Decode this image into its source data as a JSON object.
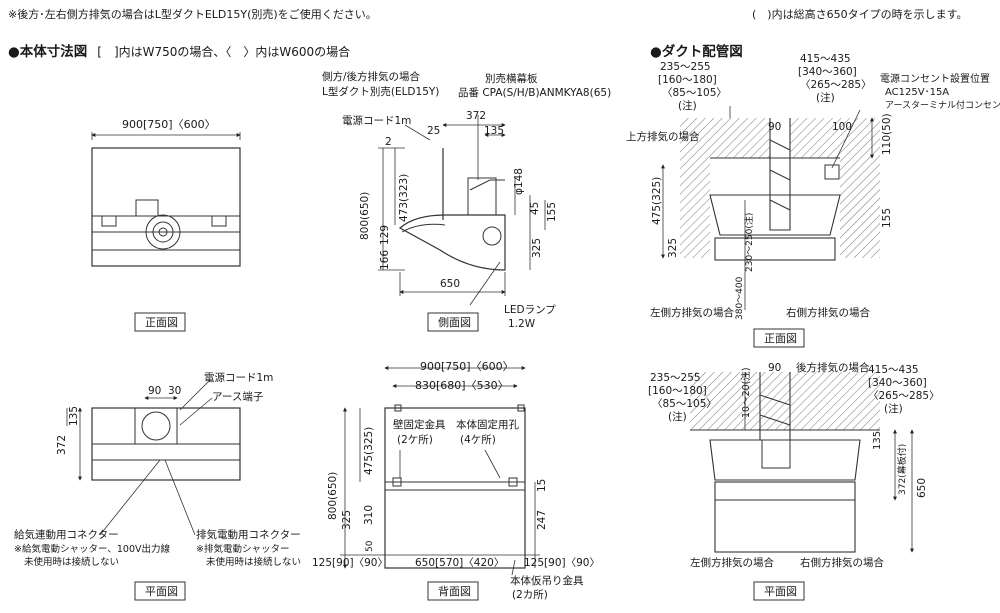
{
  "header": {
    "note_left": "※後方･左右側方排気の場合はL型ダクトELD15Y(別売)をご使用ください。",
    "note_right": "(　)内は総高さ650タイプの時を示します。"
  },
  "sections": {
    "dims_title": "●本体寸法図",
    "dims_sub": "[　]内はW750の場合、〈　〉内はW600の場合",
    "duct_title": "●ダクト配管図"
  },
  "front": {
    "width": "900[750]〈600〉",
    "caption": "正面図"
  },
  "side": {
    "caption": "側面図",
    "l_duct_1": "側方/後方排気の場合",
    "l_duct_2": "L型ダクト別売(ELD15Y)",
    "panel_1": "別売横幕板",
    "panel_2": "品番 CPA(S/H/B)ANMKYA8(65)",
    "cord": "電源コード1m",
    "d372": "372",
    "d25": "25",
    "d135": "135",
    "d2": "2",
    "d148": "φ148",
    "d473": "473(323)",
    "d800": "800(650)",
    "d45": "45",
    "d155": "155",
    "d129": "129",
    "d166": "166",
    "d325": "325",
    "d650": "650",
    "led_1": "LEDランプ",
    "led_2": "1.2W"
  },
  "plan": {
    "caption": "平面図",
    "cord": "電源コード1m",
    "earth": "アース端子",
    "d90": "90",
    "d30": "30",
    "d135": "135",
    "d372": "372",
    "air1": "給気連動用コネクター",
    "air2": "※給気電動シャッター、100V出力線",
    "air3": "未使用時は接続しない",
    "exh1": "排気電動用コネクター",
    "exh2": "※排気電動シャッター",
    "exh3": "未使用時は接続しない"
  },
  "back": {
    "caption": "背面図",
    "w900": "900[750]〈600〉",
    "w830": "830[680]〈530〉",
    "wall1": "壁固定金具",
    "wall2": "(2ケ所)",
    "hole1": "本体固定用孔",
    "hole2": "(4ケ所)",
    "d475": "475(325)",
    "d800": "800(650)",
    "d325": "325",
    "d310": "310",
    "d50": "50",
    "d15": "15",
    "d247": "247",
    "d125l": "125[90]〈90〉",
    "d650": "650[570]〈420〉",
    "d125r": "125[90]〈90〉",
    "temp1": "本体仮吊り金具",
    "temp2": "(2カ所)"
  },
  "duct_front": {
    "caption": "正面図",
    "l1": "235〜255",
    "l2": "[160〜180]",
    "l3": "〈85〜105〉",
    "l4": "(注)",
    "r1": "415〜435",
    "r2": "[340〜360]",
    "r3": "〈265〜285〉",
    "r4": "(注)",
    "outlet1": "電源コンセント設置位置",
    "outlet2": "AC125V･15A",
    "outlet3": "アースターミナル付コンセント",
    "top": "上方排気の場合",
    "d90": "90",
    "d100": "100",
    "d110": "110(50)",
    "d475": "475(325)",
    "d325": "325",
    "d155": "155",
    "dv1": "230〜250(注)",
    "dv2": "380〜400",
    "left": "左側方排気の場合",
    "right": "右側方排気の場合"
  },
  "duct_plan": {
    "caption": "平面図",
    "l1": "235〜255",
    "l2": "[160〜180]",
    "l3": "〈85〜105〉",
    "l4": "(注)",
    "d90": "90",
    "rear": "後方排気の場合",
    "r1": "415〜435",
    "r2": "[340〜360]",
    "r3": "〈265〜285〉",
    "r4": "(注)",
    "d1020": "10〜20(注)",
    "d135": "135",
    "d372": "372(幕板付)",
    "d650": "650",
    "left": "左側方排気の場合",
    "right": "右側方排気の場合"
  }
}
